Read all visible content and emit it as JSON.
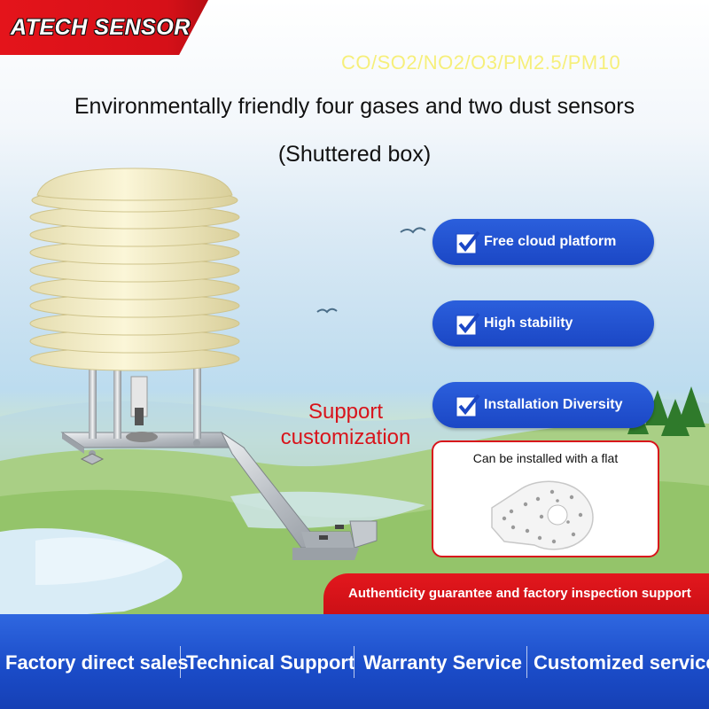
{
  "brand": {
    "name": "ATECH SENSOR"
  },
  "header": {
    "gases": "CO/SO2/NO2/O3/PM2.5/PM10",
    "title_line1": "Environmentally friendly four gases and two dust sensors",
    "title_line2": "(Shuttered box)"
  },
  "features": [
    {
      "label": "Free cloud platform",
      "icon": "checkmark-icon"
    },
    {
      "label": "High stability",
      "icon": "checkmark-icon"
    },
    {
      "label": "Installation Diversity",
      "icon": "checkmark-icon"
    }
  ],
  "support": {
    "text": "Support customization"
  },
  "flat_mount": {
    "text": "Can be installed with a flat"
  },
  "banner": {
    "text": "Authenticity guarantee and factory inspection support"
  },
  "services": [
    {
      "label": "Factory direct sales"
    },
    {
      "label": "Technical Support"
    },
    {
      "label": "Warranty Service"
    },
    {
      "label": "Customized service"
    }
  ],
  "colors": {
    "brand_red": "#d8141b",
    "accent_blue": "#1f4fcf",
    "gas_yellow": "#f6ef7a"
  }
}
